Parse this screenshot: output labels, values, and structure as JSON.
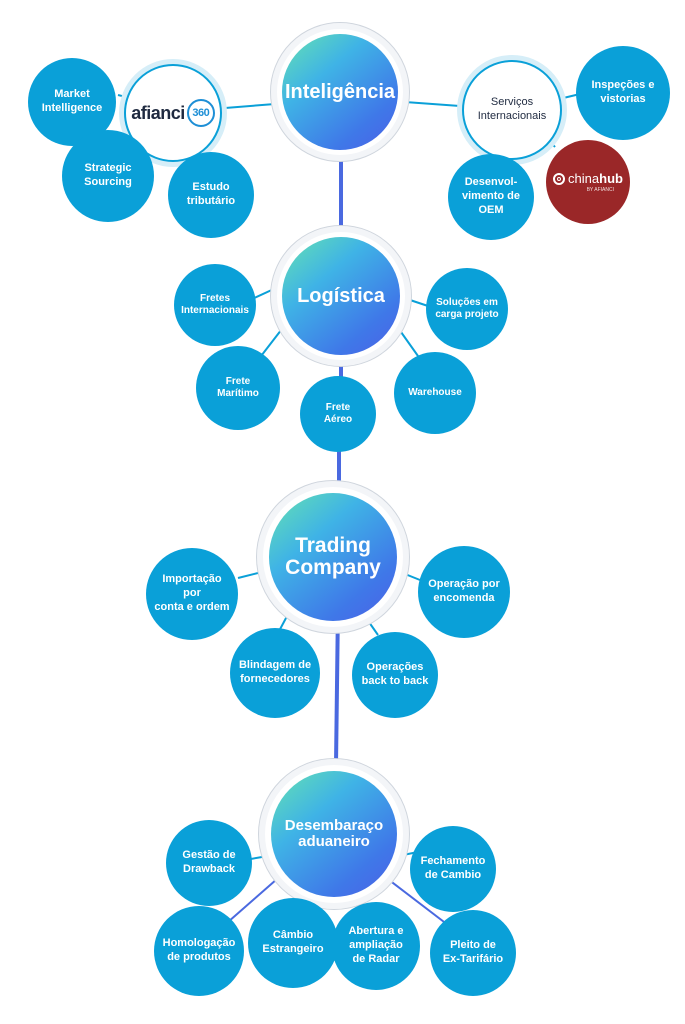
{
  "colors": {
    "node": "#0aa0d8",
    "trunk": "#4a69e0",
    "connector": "#0aa0d8",
    "chinahub": "#9a2728"
  },
  "inteligencia": {
    "title": "Inteligência",
    "afianci": {
      "logo_text": "afianci",
      "logo_badge": "360"
    },
    "market": "Market\nIntelligence",
    "strategic": "Strategic\nSourcing",
    "estudo": "Estudo\ntributário",
    "servicos": "Serviços\nInternacionais",
    "inspecoes": "Inspeções e\nvistorias",
    "desenvolvimento": "Desenvol-\nvimento de\nOEM",
    "chinahub": {
      "logo_text_light": "china",
      "logo_text_bold": "hub",
      "logo_sub": "BY AFIANCI"
    }
  },
  "logistica": {
    "title": "Logística",
    "fretes_internacionais": "Fretes\nInternacionais",
    "solucoes": "Soluções em\ncarga projeto",
    "frete_maritimo": "Frete\nMarítimo",
    "frete_aereo": "Frete\nAéreo",
    "warehouse": "Warehouse"
  },
  "trading": {
    "title": "Trading\nCompany",
    "importacao": "Importação por\nconta e ordem",
    "operacao_encomenda": "Operação por\nencomenda",
    "blindagem": "Blindagem de\nfornecedores",
    "back_to_back": "Operações\nback to back"
  },
  "desembaraco": {
    "title": "Desembaraço\naduaneiro",
    "drawback": "Gestão de\nDrawback",
    "fechamento": "Fechamento\nde Cambio",
    "homologacao": "Homologação\nde produtos",
    "cambio": "Câmbio\nEstrangeiro",
    "radar": "Abertura e\nampliação\nde Radar",
    "pleito": "Pleito de\nEx-Tarifário"
  }
}
